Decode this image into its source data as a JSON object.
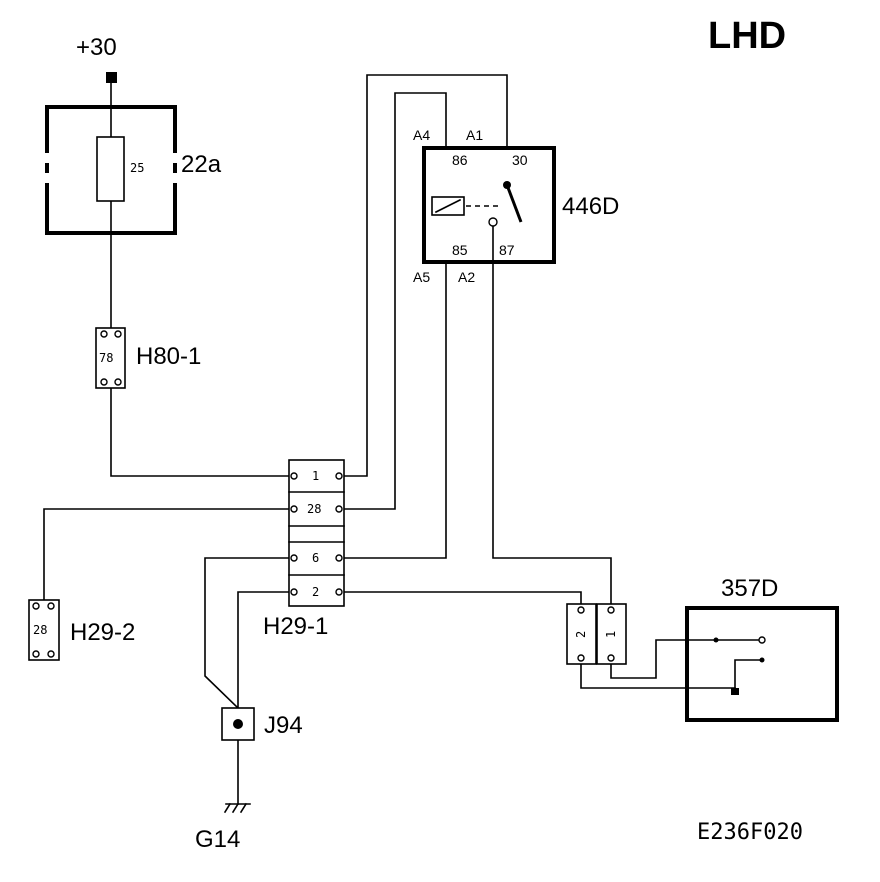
{
  "title": "LHD",
  "drawing_code": "E236F020",
  "supply": {
    "label": "+30"
  },
  "fuse": {
    "id": "22a",
    "rating": "25"
  },
  "connector_h80": {
    "id": "H80-1",
    "pin": "78"
  },
  "relay": {
    "id": "446D",
    "terminals": {
      "t86": "86",
      "t30": "30",
      "t85": "85",
      "t87": "87"
    },
    "pins": {
      "a4": "A4",
      "a1": "A1",
      "a5": "A5",
      "a2": "A2"
    }
  },
  "connector_h29_1": {
    "id": "H29-1",
    "pins": [
      "1",
      "28",
      "6",
      "2"
    ]
  },
  "connector_h29_2": {
    "id": "H29-2",
    "pin": "28"
  },
  "splice": {
    "id": "J94"
  },
  "ground": {
    "id": "G14"
  },
  "component_357d": {
    "id": "357D",
    "pins": [
      "2",
      "1"
    ]
  }
}
